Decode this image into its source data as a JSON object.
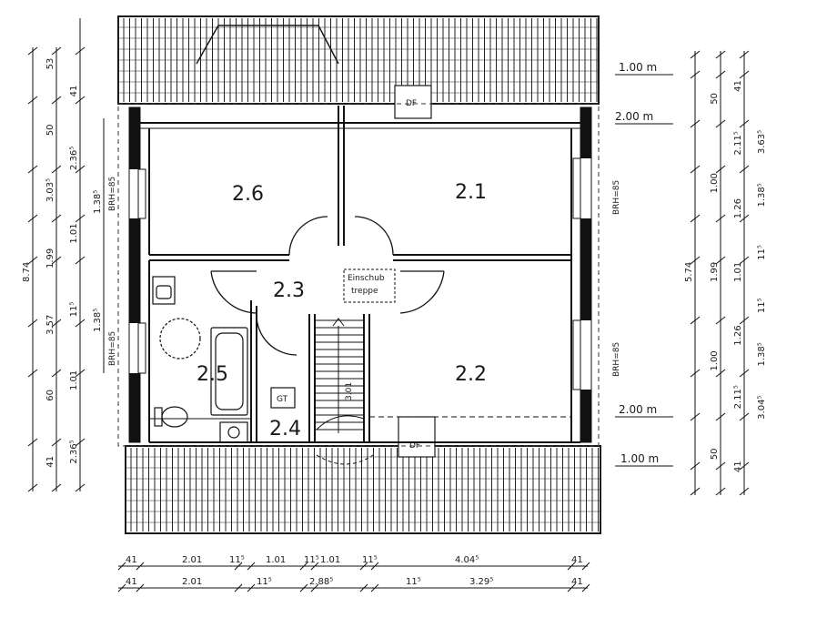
{
  "rooms": {
    "r26": "2.6",
    "r21": "2.1",
    "r23": "2.3",
    "r22": "2.2",
    "r25": "2.5",
    "r24": "2.4"
  },
  "symbols": {
    "df_top": "DF",
    "df_bottom": "DF",
    "gt": "GT",
    "stair_hatch_line1": "Einschub",
    "stair_hatch_line2": "treppe",
    "stair_length": "3.01"
  },
  "wall_notes": {
    "brh_left_upper": "BRH=85",
    "brh_left_lower": "BRH=85",
    "brh_right_upper": "BRH=85",
    "brh_right_lower": "BRH=85"
  },
  "levels": {
    "top_100": "1.00 m",
    "top_200": "2.00 m",
    "bottom_200": "2.00 m",
    "bottom_100": "1.00 m"
  },
  "dims_left": {
    "total": "8.74",
    "col1": [
      "53",
      "50",
      "3.03⁵",
      "1.99",
      "3.57",
      "60",
      "41"
    ],
    "col2": [
      "41",
      "2.36⁵",
      "1.01",
      "11⁵",
      "1.01",
      "2.36⁵"
    ],
    "col3": [
      "1.38⁵",
      "1.38⁵"
    ]
  },
  "dims_right": {
    "total": "5.74",
    "col1": [
      "50",
      "1.00",
      "1.99",
      "1.00",
      "50"
    ],
    "col2": [
      "41",
      "2.11⁵",
      "1.26",
      "1.01",
      "1.26",
      "2.11⁵",
      "41"
    ],
    "col3": [
      "3.63⁵",
      "1.38⁵",
      "11⁵",
      "11⁵",
      "1.38⁵",
      "3.04⁵"
    ]
  },
  "dims_bottom": {
    "row1": [
      "41",
      "2.01",
      "11⁵",
      "1.01",
      "11⁵",
      "1.01",
      "11⁵",
      "4.04⁵",
      "41"
    ],
    "row2": [
      "41",
      "2.01",
      "11⁵",
      "2.88⁵",
      "11⁵",
      "3.29⁵",
      "41"
    ]
  }
}
